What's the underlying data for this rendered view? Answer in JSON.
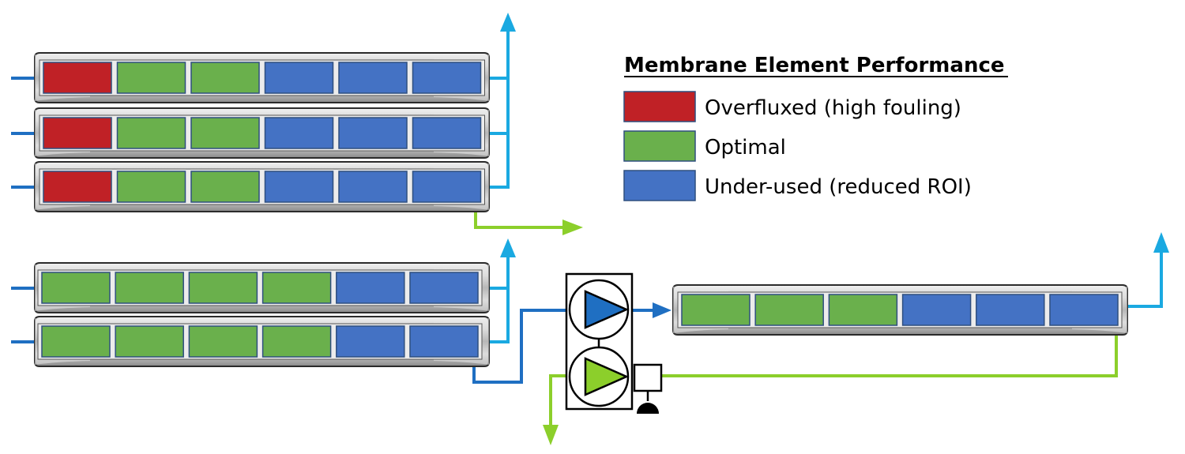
{
  "colors": {
    "overfluxed": "#c02126",
    "optimal": "#6ab04c",
    "underused": "#4472c4",
    "permeate": "#1aa9e1",
    "concentrate": "#8ccf2b",
    "feed": "#1f6fc2"
  },
  "legend": {
    "title": "Membrane Element Performance",
    "items": [
      {
        "key": "overfluxed",
        "label": "Overfluxed (high fouling)"
      },
      {
        "key": "optimal",
        "label": "Optimal"
      },
      {
        "key": "underused",
        "label": "Under-used (reduced ROI)"
      }
    ]
  },
  "vessels": [
    {
      "id": "stage1-vessel-1",
      "elements": [
        "overfluxed",
        "optimal",
        "optimal",
        "underused",
        "underused",
        "underused"
      ]
    },
    {
      "id": "stage1-vessel-2",
      "elements": [
        "overfluxed",
        "optimal",
        "optimal",
        "underused",
        "underused",
        "underused"
      ]
    },
    {
      "id": "stage1-vessel-3",
      "elements": [
        "overfluxed",
        "optimal",
        "optimal",
        "underused",
        "underused",
        "underused"
      ]
    },
    {
      "id": "stage2-vessel-1",
      "elements": [
        "optimal",
        "optimal",
        "optimal",
        "optimal",
        "underused",
        "underused"
      ]
    },
    {
      "id": "stage2-vessel-2",
      "elements": [
        "optimal",
        "optimal",
        "optimal",
        "optimal",
        "underused",
        "underused"
      ]
    },
    {
      "id": "stage3-vessel-1",
      "elements": [
        "optimal",
        "optimal",
        "optimal",
        "underused",
        "underused",
        "underused"
      ]
    }
  ],
  "pumps": [
    {
      "id": "booster-pump",
      "color": "feed"
    },
    {
      "id": "energy-recovery-pump",
      "color": "concentrate"
    }
  ],
  "icons": [
    "pump-icon",
    "motor-icon",
    "ground-icon",
    "arrow-icon"
  ]
}
